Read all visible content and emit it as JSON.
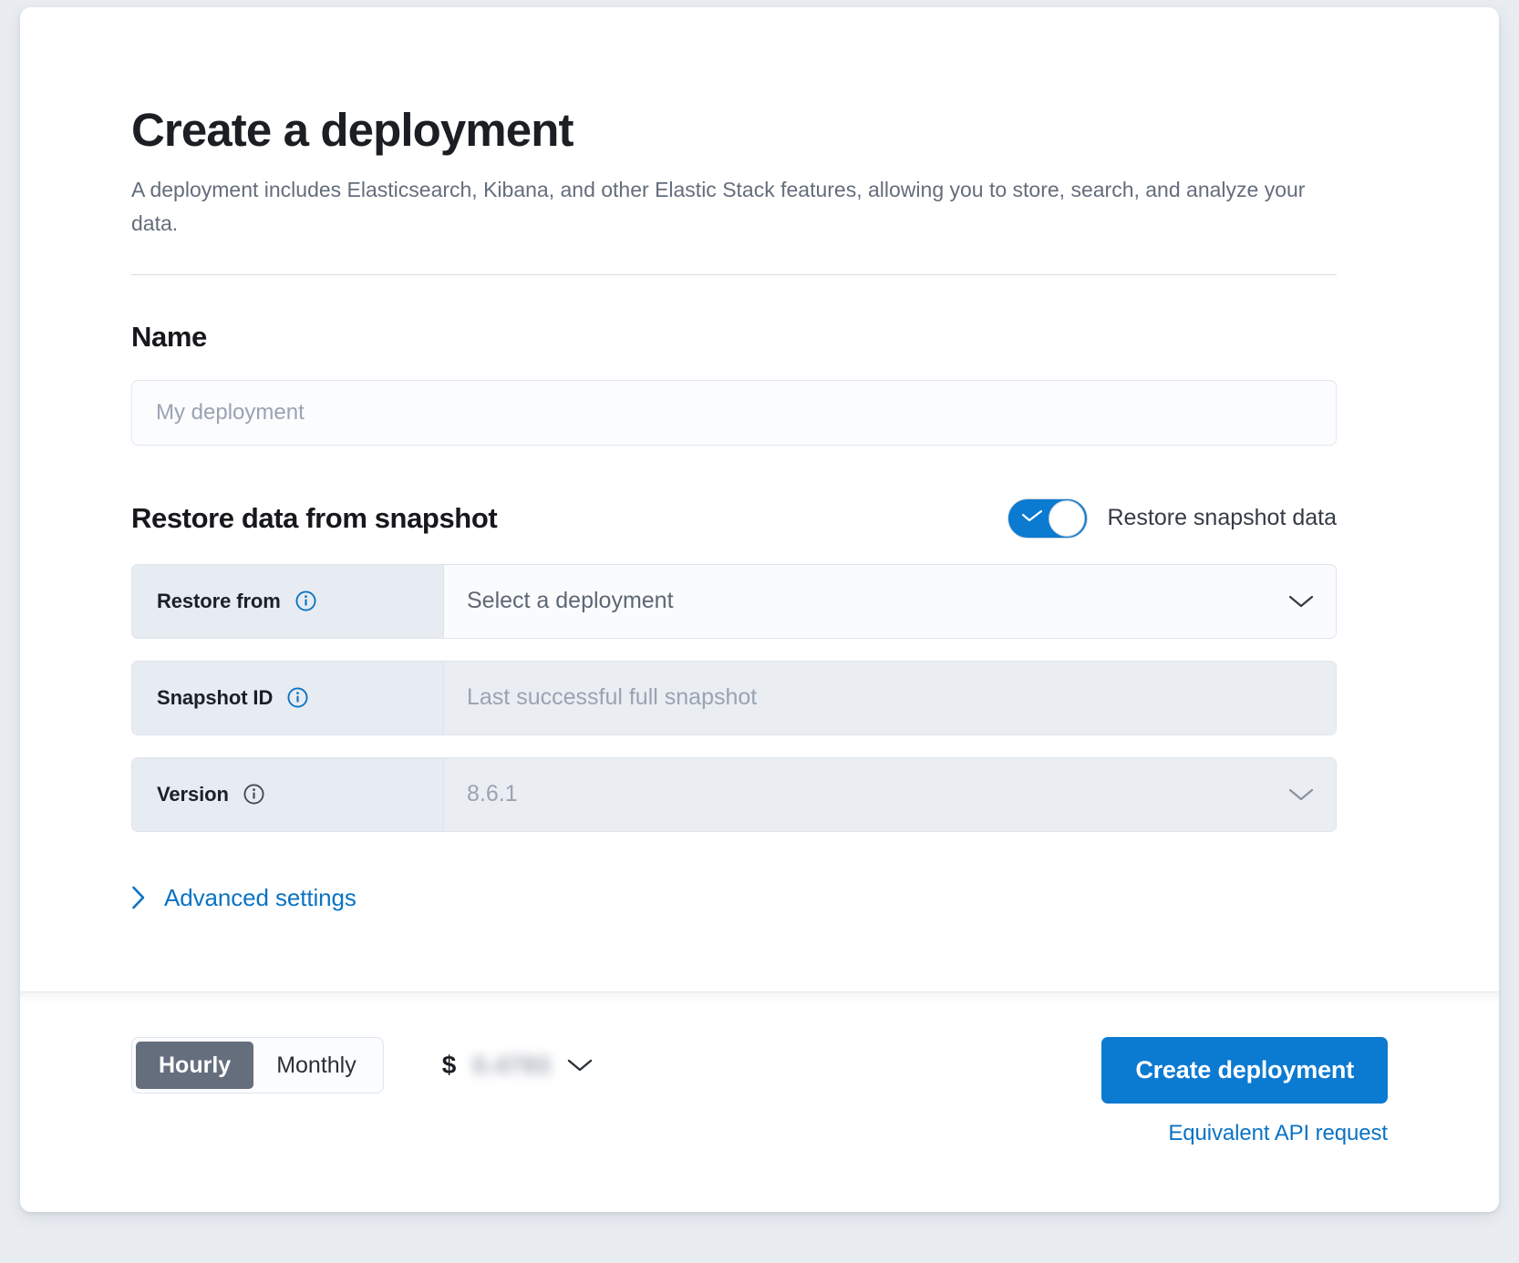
{
  "header": {
    "title": "Create a deployment",
    "description": "A deployment includes Elasticsearch, Kibana, and other Elastic Stack features, allowing you to store, search, and analyze your data."
  },
  "name_section": {
    "title": "Name",
    "placeholder": "My deployment",
    "value": ""
  },
  "snapshot_section": {
    "title": "Restore data from snapshot",
    "toggle_label": "Restore snapshot data",
    "toggle_on": true,
    "rows": [
      {
        "label": "Restore from",
        "value": "Select a deployment",
        "disabled": false,
        "has_chevron": true,
        "info_icon": "info-icon",
        "info_icon_color": "#0a73c4"
      },
      {
        "label": "Snapshot ID",
        "value": "Last successful full snapshot",
        "disabled": true,
        "has_chevron": false,
        "info_icon": "info-icon",
        "info_icon_color": "#0a73c4"
      },
      {
        "label": "Version",
        "value": "8.6.1",
        "disabled": true,
        "has_chevron": true,
        "info_icon": "info-icon",
        "info_icon_color": "#45494f"
      }
    ]
  },
  "advanced": {
    "label": "Advanced settings",
    "icon": "chevron-right-icon"
  },
  "footer": {
    "billing_options": [
      {
        "label": "Hourly",
        "selected": true
      },
      {
        "label": "Monthly",
        "selected": false
      }
    ],
    "price_symbol": "$",
    "price_value": "0.4793",
    "price_chevron": "chevron-down-icon",
    "create_button": "Create deployment",
    "api_link": "Equivalent API request"
  },
  "colors": {
    "accent_blue": "#0b7ad1",
    "link_blue": "#0a73c4",
    "segment_active": "#656e7d",
    "label_bg": "#e7ebf2",
    "disabled_bg": "#eaeef3"
  }
}
